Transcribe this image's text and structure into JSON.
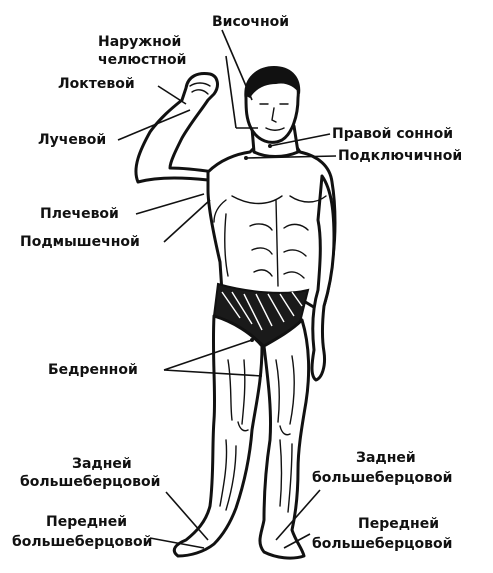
{
  "labels": {
    "temporal": "Височной",
    "mandibular_line1": "Наружной",
    "mandibular_line2": "челюстной",
    "ulnar": "Локтевой",
    "radial": "Лучевой",
    "carotid": "Правой сонной",
    "subclavian": "Подключичной",
    "brachial": "Плечевой",
    "axillary": "Подмышечной",
    "femoral": "Бедренной",
    "post_tibial_left_line1": "Задней",
    "post_tibial_left_line2": "большеберцовой",
    "post_tibial_right_line1": "Задней",
    "post_tibial_right_line2": "большеберцовой",
    "ant_tibial_left_line1": "Передней",
    "ant_tibial_left_line2": "большеберцовой",
    "ant_tibial_right_line1": "Передней",
    "ant_tibial_right_line2": "большеберцовой"
  },
  "colors": {
    "ink": "#111111",
    "background": "#ffffff"
  }
}
